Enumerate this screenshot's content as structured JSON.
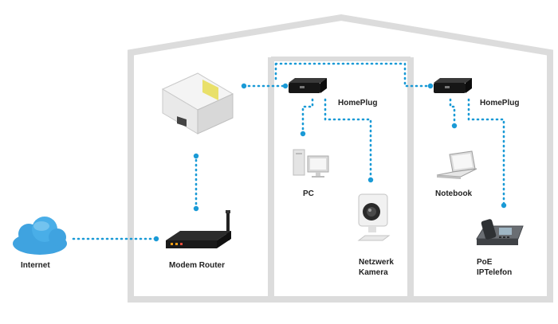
{
  "colors": {
    "house_outline": "#dcdcdc",
    "connection": "#1a9ad6",
    "cloud": "#3fa3e0",
    "label": "#222222"
  },
  "labels": {
    "internet": "Internet",
    "modem_router": "Modem Router",
    "homeplug_1": "HomePlug",
    "homeplug_2": "HomePlug",
    "pc": "PC",
    "netzwerk_kamera_line1": "Netzwerk",
    "netzwerk_kamera_line2": "Kamera",
    "notebook": "Notebook",
    "poe_ip_phone_line1": "PoE",
    "poe_ip_phone_line2": "IPTelefon"
  },
  "icons": [
    "cloud-icon",
    "powerline-adapter-icon",
    "router-icon",
    "homeplug-icon",
    "pc-icon",
    "camera-icon",
    "notebook-icon",
    "ip-phone-icon"
  ]
}
